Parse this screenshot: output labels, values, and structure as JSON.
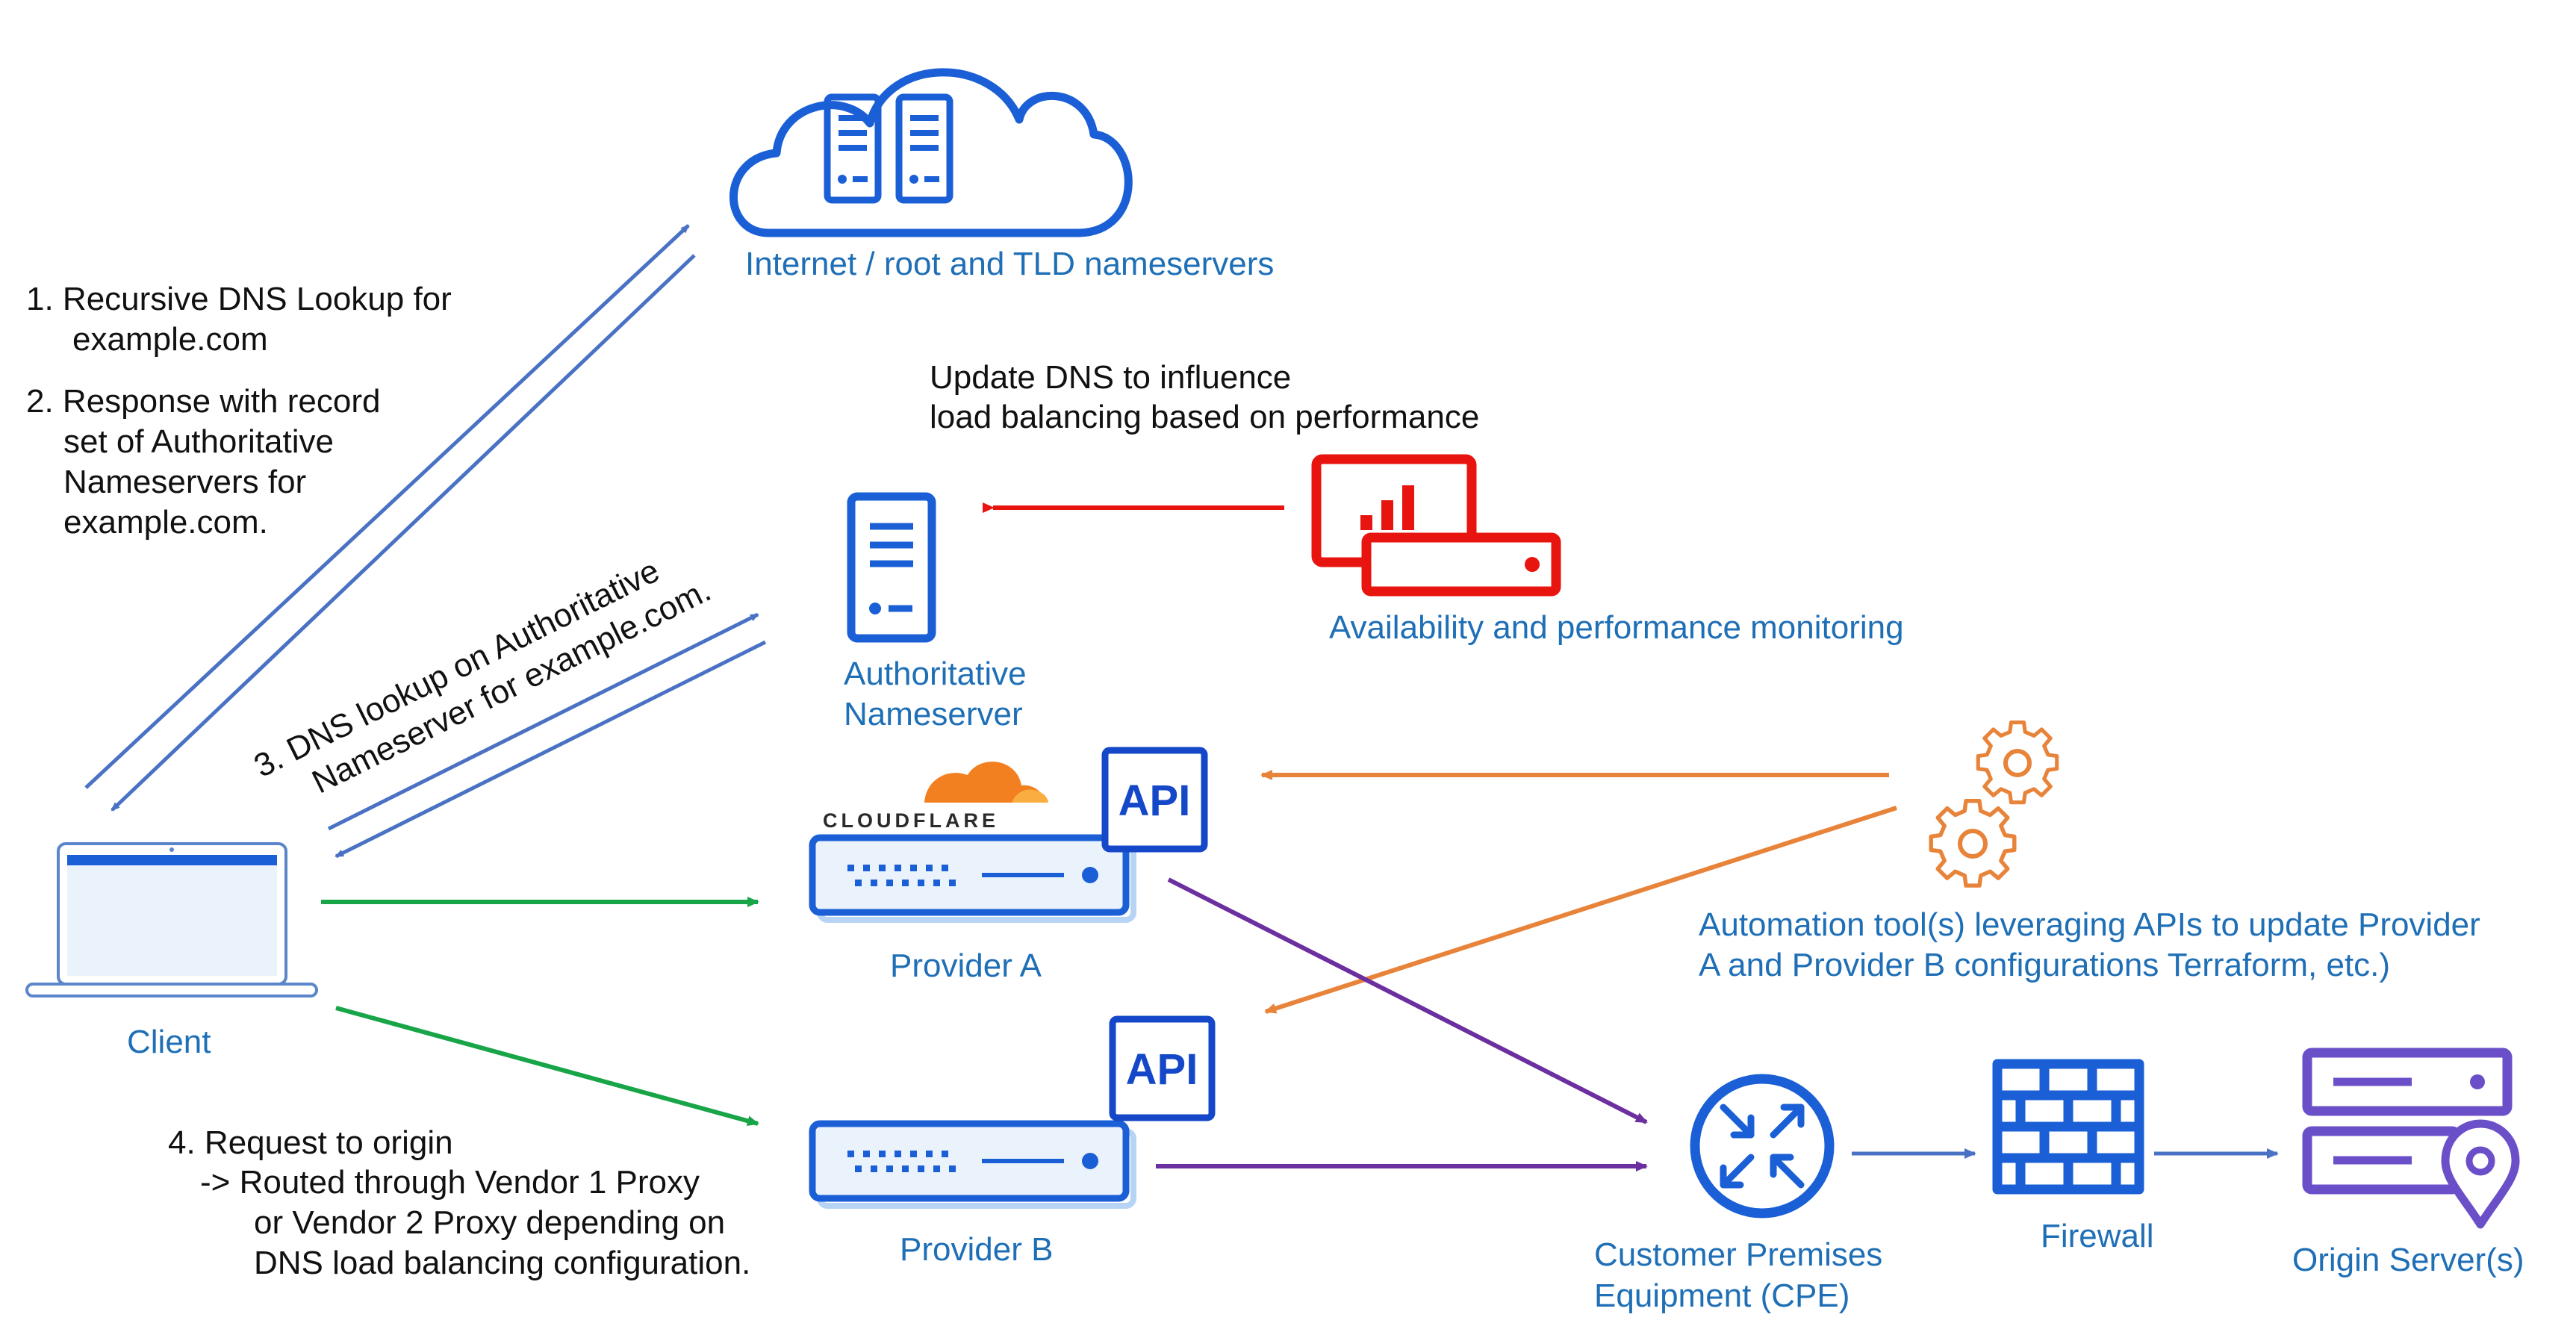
{
  "colors": {
    "blue": "#1f6fb6",
    "node_blue": "#1a5fd6",
    "arrow_blue": "#4a72c4",
    "red": "#e8140f",
    "orange": "#e8833a",
    "green": "#17a548",
    "purple": "#6b2fa0",
    "origin_purple": "#6a4fc9",
    "cloudflare_orange": "#f38020"
  },
  "nodes": {
    "cloud": {
      "label": "Internet / root and TLD nameservers",
      "icon": "cloud-server-icon"
    },
    "auth_ns": {
      "label_line1": "Authoritative",
      "label_line2": "Nameserver",
      "icon": "server-icon"
    },
    "monitoring": {
      "label": "Availability and performance monitoring",
      "icon": "monitoring-dashboard-icon"
    },
    "client": {
      "label": "Client",
      "icon": "laptop-icon"
    },
    "provider_a": {
      "label": "Provider A",
      "api": "API",
      "brand": "CLOUDFLARE",
      "icon": "appliance-icon"
    },
    "provider_b": {
      "label": "Provider B",
      "api": "API",
      "icon": "appliance-icon"
    },
    "automation": {
      "label_line1": "Automation tool(s)  leveraging APIs to update Provider",
      "label_line2": "A and Provider B configurations Terraform, etc.)",
      "icon": "gears-icon"
    },
    "cpe": {
      "label_line1": "Customer Premises",
      "label_line2": "Equipment (CPE)",
      "icon": "router-icon"
    },
    "firewall": {
      "label": "Firewall",
      "icon": "firewall-icon"
    },
    "origin": {
      "label": "Origin Server(s)",
      "icon": "origin-server-icon"
    }
  },
  "annotations": {
    "step1_line1": "1. Recursive DNS Lookup for",
    "step1_line2": "example.com",
    "step2_line1": "2. Response with record",
    "step2_line2": "set of Authoritative",
    "step2_line3": "Nameservers for",
    "step2_line4": "example.com.",
    "step3_line1": "3. DNS lookup on Authoritative",
    "step3_line2": "Nameserver for example.com.",
    "update_line1": "Update DNS to influence",
    "update_line2": "load balancing based on performance",
    "step4_line1": "4. Request to origin",
    "step4_line2": "-> Routed through Vendor 1 Proxy",
    "step4_line3": "or Vendor 2 Proxy depending on",
    "step4_line4": "DNS load balancing configuration."
  }
}
